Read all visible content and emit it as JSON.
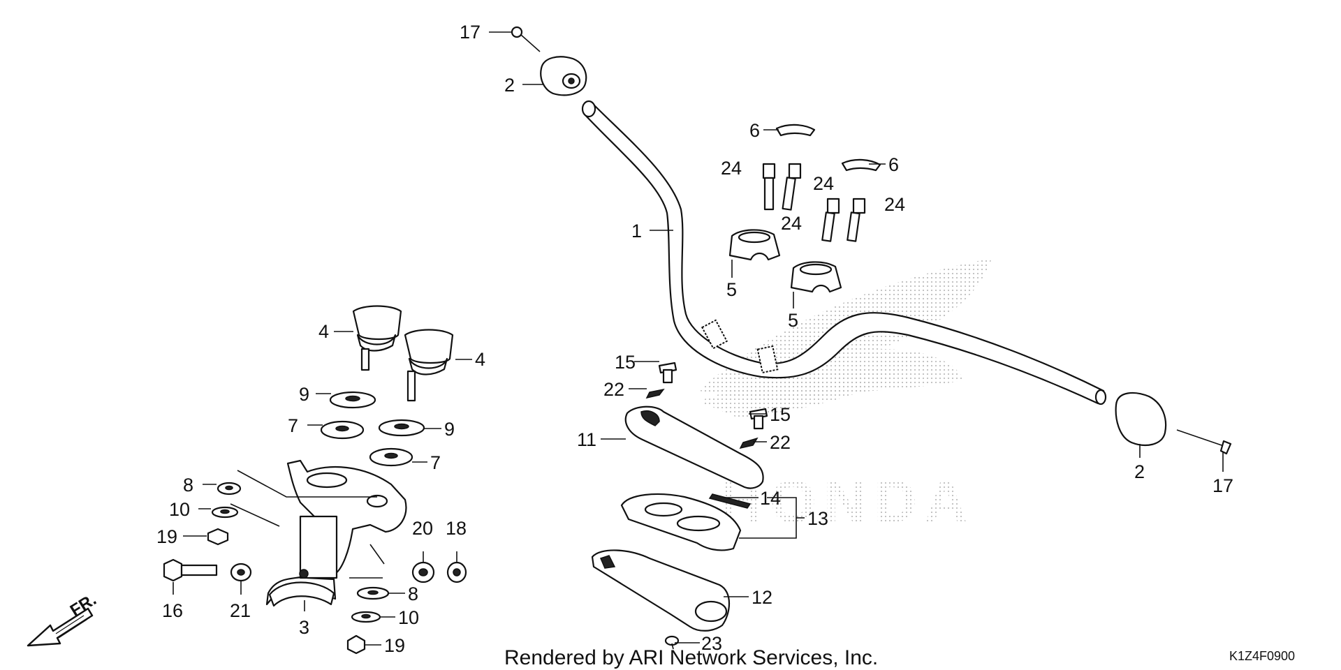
{
  "diagram": {
    "callouts": {
      "c17a": "17",
      "c2a": "2",
      "c1": "1",
      "c6a": "6",
      "c6b": "6",
      "c24a": "24",
      "c24b": "24",
      "c24c": "24",
      "c24d": "24",
      "c5a": "5",
      "c5b": "5",
      "c4a": "4",
      "c4b": "4",
      "c9a": "9",
      "c9b": "9",
      "c7a": "7",
      "c7b": "7",
      "c8a": "8",
      "c8b": "8",
      "c10a": "10",
      "c10b": "10",
      "c19a": "19",
      "c19b": "19",
      "c20": "20",
      "c18": "18",
      "c16": "16",
      "c21": "21",
      "c3": "3",
      "c15a": "15",
      "c15b": "15",
      "c22a": "22",
      "c22b": "22",
      "c11": "11",
      "c14": "14",
      "c13": "13",
      "c12": "12",
      "c23": "23",
      "c2b": "2",
      "c17b": "17"
    },
    "direction_label": "FR.",
    "footer_text": "Rendered by ARI Network Services, Inc.",
    "diagram_code": "K1Z4F0900",
    "watermark_text": "HONDA"
  }
}
